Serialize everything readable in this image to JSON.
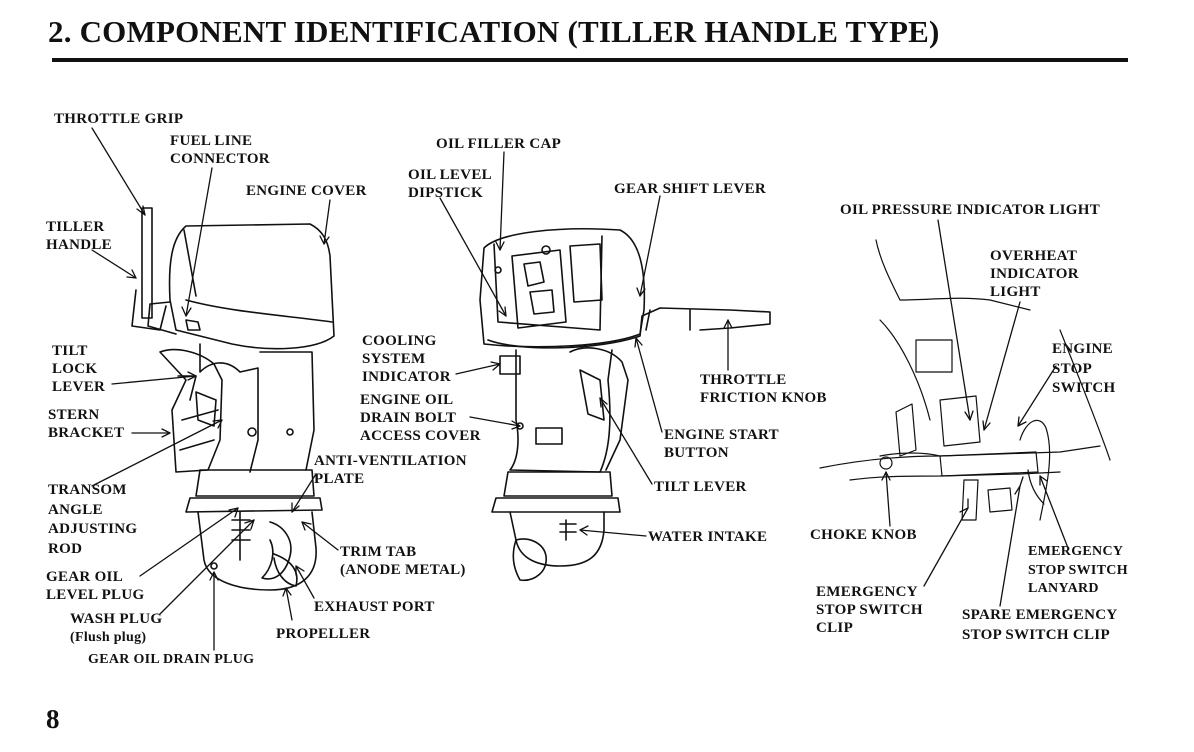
{
  "heading": "2. COMPONENT IDENTIFICATION (TILLER HANDLE TYPE)",
  "page_number": "8",
  "labels": {
    "throttle_grip": "THROTTLE GRIP",
    "fuel_line_connector": "FUEL LINE\nCONNECTOR",
    "engine_cover": "ENGINE COVER",
    "tiller_handle": "TILLER\nHANDLE",
    "tilt_lock_lever": "TILT\nLOCK\nLEVER",
    "stern_bracket": "STERN\nBRACKET",
    "transom_angle_adjusting_rod": "TRANSOM\nANGLE\nADJUSTING\nROD",
    "gear_oil_level_plug": "GEAR OIL\nLEVEL PLUG",
    "wash_plug": "WASH PLUG",
    "flush_plug": "(Flush plug)",
    "gear_oil_drain_plug": "GEAR OIL DRAIN PLUG",
    "propeller": "PROPELLER",
    "exhaust_port": "EXHAUST PORT",
    "trim_tab": "TRIM TAB\n(ANODE METAL)",
    "anti_ventilation_plate": "ANTI-VENTILATION\nPLATE",
    "oil_filler_cap": "OIL FILLER CAP",
    "oil_level_dipstick": "OIL LEVEL\nDIPSTICK",
    "gear_shift_lever": "GEAR SHIFT LEVER",
    "cooling_system_indicator": "COOLING\nSYSTEM\nINDICATOR",
    "engine_oil_drain_bolt_access_cover": "ENGINE OIL\nDRAIN BOLT\nACCESS COVER",
    "throttle_friction_knob": "THROTTLE\nFRICTION KNOB",
    "engine_start_button": "ENGINE START\nBUTTON",
    "tilt_lever": "TILT LEVER",
    "water_intake": "WATER INTAKE",
    "oil_pressure_indicator_light": "OIL PRESSURE INDICATOR LIGHT",
    "overheat_indicator_light": "OVERHEAT\nINDICATOR\nLIGHT",
    "engine_stop_switch": "ENGINE\nSTOP\nSWITCH",
    "choke_knob": "CHOKE KNOB",
    "emergency_stop_switch_lanyard": "EMERGENCY\nSTOP SWITCH\nLANYARD",
    "emergency_stop_switch_clip": "EMERGENCY\nSTOP SWITCH\nCLIP",
    "spare_emergency_stop_switch_clip": "SPARE EMERGENCY\nSTOP SWITCH CLIP"
  }
}
